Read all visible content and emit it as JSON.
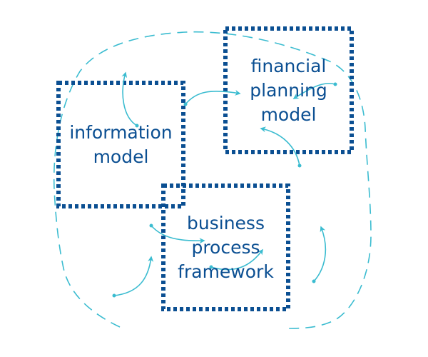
{
  "colors": {
    "box_border": "#0b4f92",
    "label_text": "#0b4f92",
    "arrow": "#3bbcd0",
    "outline": "#3bbcd0",
    "background": "#ffffff"
  },
  "boxes": {
    "information": {
      "lines": [
        "information",
        "model"
      ]
    },
    "financial": {
      "lines": [
        "financial",
        "planning",
        "model"
      ]
    },
    "business": {
      "lines": [
        "business",
        "process",
        "framework"
      ]
    }
  }
}
